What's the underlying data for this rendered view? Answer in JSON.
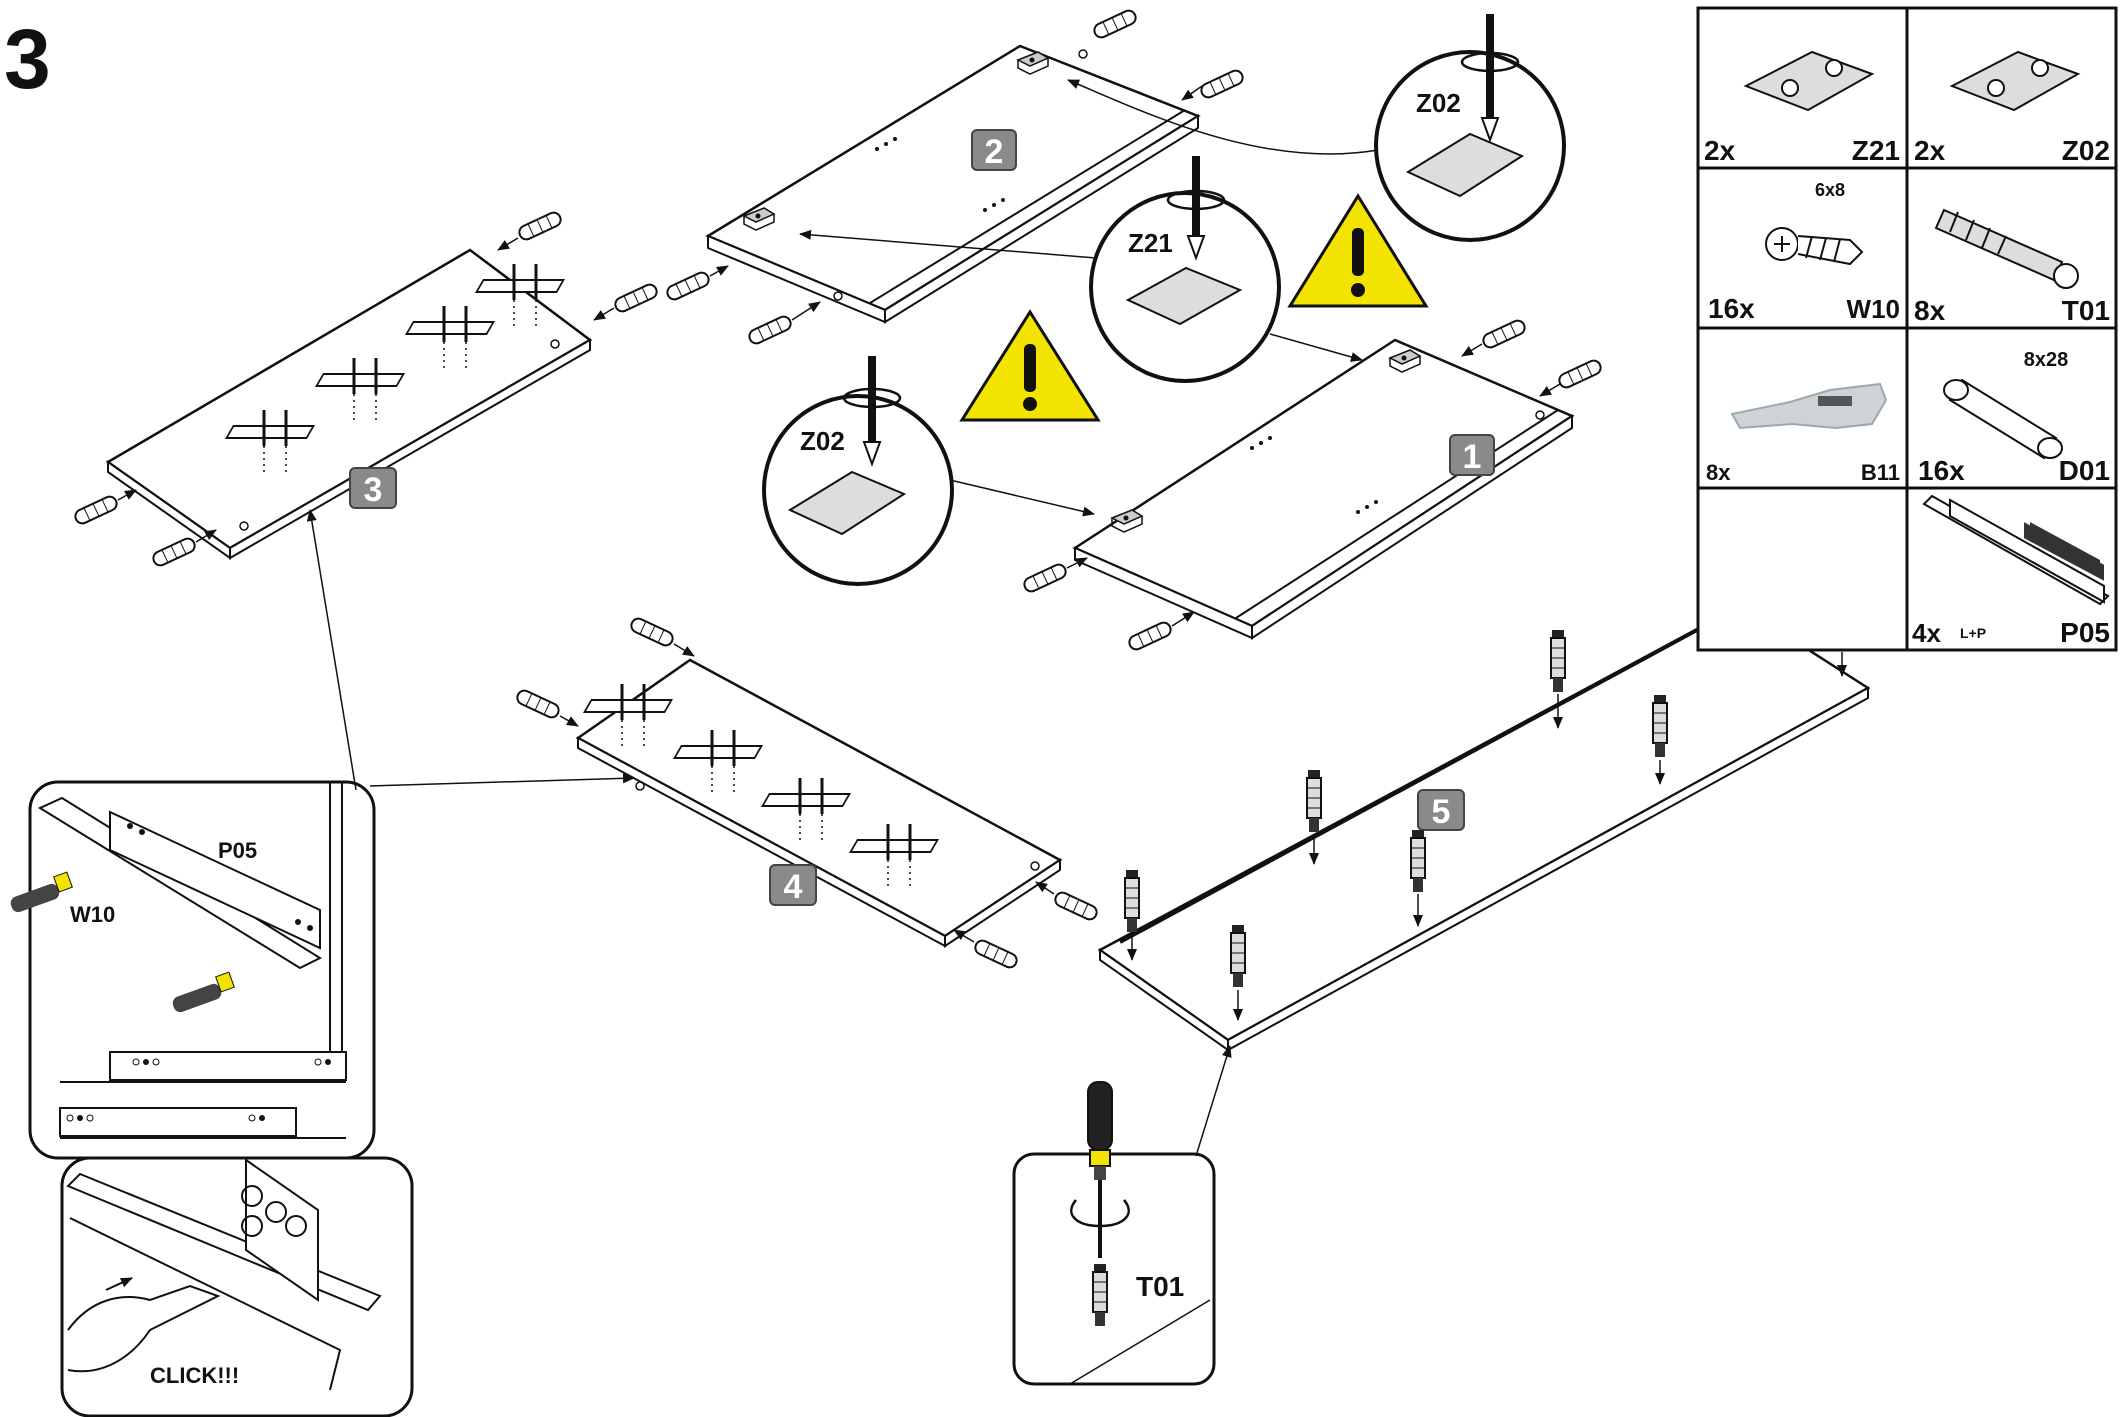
{
  "step_number": "3",
  "panels": [
    {
      "id": "panel-1",
      "label": "1"
    },
    {
      "id": "panel-2",
      "label": "2"
    },
    {
      "id": "panel-3",
      "label": "3"
    },
    {
      "id": "panel-4",
      "label": "4"
    },
    {
      "id": "panel-5",
      "label": "5"
    }
  ],
  "callouts": {
    "z02_top": "Z02",
    "z21": "Z21",
    "z02_left": "Z02",
    "t01": "T01",
    "drawer_rail": {
      "p05": "P05",
      "w10": "W10"
    },
    "click": "CLICK!!!"
  },
  "parts": [
    {
      "qty": "2x",
      "code": "Z21",
      "spec": "",
      "icon": "hinge-plate-icon"
    },
    {
      "qty": "2x",
      "code": "Z02",
      "spec": "",
      "icon": "hinge-plate-icon"
    },
    {
      "qty": "16x",
      "code": "W10",
      "spec": "6x8",
      "icon": "screw-icon"
    },
    {
      "qty": "8x",
      "code": "T01",
      "spec": "",
      "icon": "cam-bolt-icon"
    },
    {
      "qty": "8x",
      "code": "B11",
      "spec": "",
      "icon": "clip-icon"
    },
    {
      "qty": "16x",
      "code": "D01",
      "spec": "8x28",
      "icon": "dowel-icon"
    },
    {
      "qty": "4x",
      "code": "P05",
      "spec": "L+P",
      "icon": "drawer-rail-icon"
    }
  ],
  "colors": {
    "warning": "#f2e400",
    "badge": "#8a8a8a",
    "line": "#111111"
  }
}
